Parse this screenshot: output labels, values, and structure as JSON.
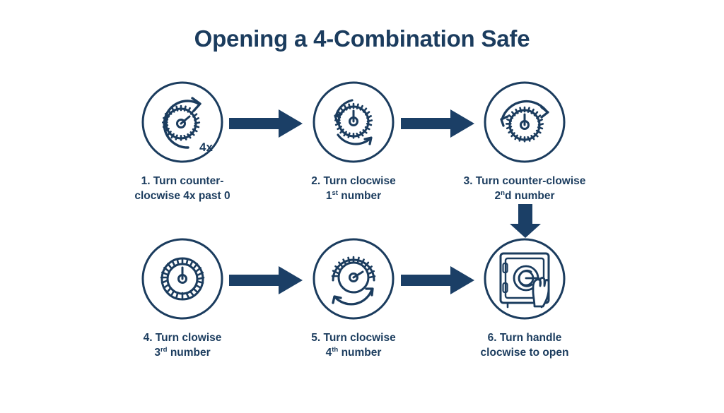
{
  "theme": {
    "background": "#ffffff",
    "ink": "#1b3c5e",
    "arrow": "#1b3f66",
    "stroke_width": 3
  },
  "header": {
    "title": "Opening a 4-Combination Safe"
  },
  "steps": [
    {
      "id": "step-1",
      "number": "1",
      "icon": "dial-counter-clockwise-4x-icon",
      "badge": "4x",
      "caption_line1": "1. Turn counter-",
      "caption_line2_pre": "clocwise 4x past 0",
      "caption_line2_sup": "",
      "caption_line2_post": ""
    },
    {
      "id": "step-2",
      "number": "2",
      "icon": "dial-clockwise-first-icon",
      "badge": "",
      "caption_line1": "2. Turn clocwise",
      "caption_line2_pre": "1",
      "caption_line2_sup": "st",
      "caption_line2_post": " number"
    },
    {
      "id": "step-3",
      "number": "3",
      "icon": "dial-counter-clockwise-second-icon",
      "badge": "",
      "caption_line1": "3. Turn counter-clowise",
      "caption_line2_pre": "2",
      "caption_line2_sup": "n",
      "caption_line2_post": "d number"
    },
    {
      "id": "step-4",
      "number": "4",
      "icon": "dial-plain-icon",
      "badge": "",
      "caption_line1": "4. Turn clowise",
      "caption_line2_pre": "3",
      "caption_line2_sup": "rd",
      "caption_line2_post": " number"
    },
    {
      "id": "step-5",
      "number": "5",
      "icon": "dial-clockwise-fourth-icon",
      "badge": "",
      "caption_line1": "5. Turn clocwise",
      "caption_line2_pre": "4",
      "caption_line2_sup": "th",
      "caption_line2_post": " number"
    },
    {
      "id": "step-6",
      "number": "6",
      "icon": "safe-hand-handle-icon",
      "badge": "",
      "caption_line1": "6. Turn handle",
      "caption_line2_pre": "clocwise to open",
      "caption_line2_sup": "",
      "caption_line2_post": ""
    }
  ],
  "connectors": [
    {
      "id": "arrow-1-2",
      "name": "arrow-step1-to-step2",
      "direction": "right"
    },
    {
      "id": "arrow-2-3",
      "name": "arrow-step2-to-step3",
      "direction": "right"
    },
    {
      "id": "arrow-3-6",
      "name": "arrow-step3-to-step6",
      "direction": "down"
    },
    {
      "id": "arrow-4-5",
      "name": "arrow-step4-to-step5",
      "direction": "right"
    },
    {
      "id": "arrow-5-6",
      "name": "arrow-step5-to-step6",
      "direction": "right"
    }
  ]
}
